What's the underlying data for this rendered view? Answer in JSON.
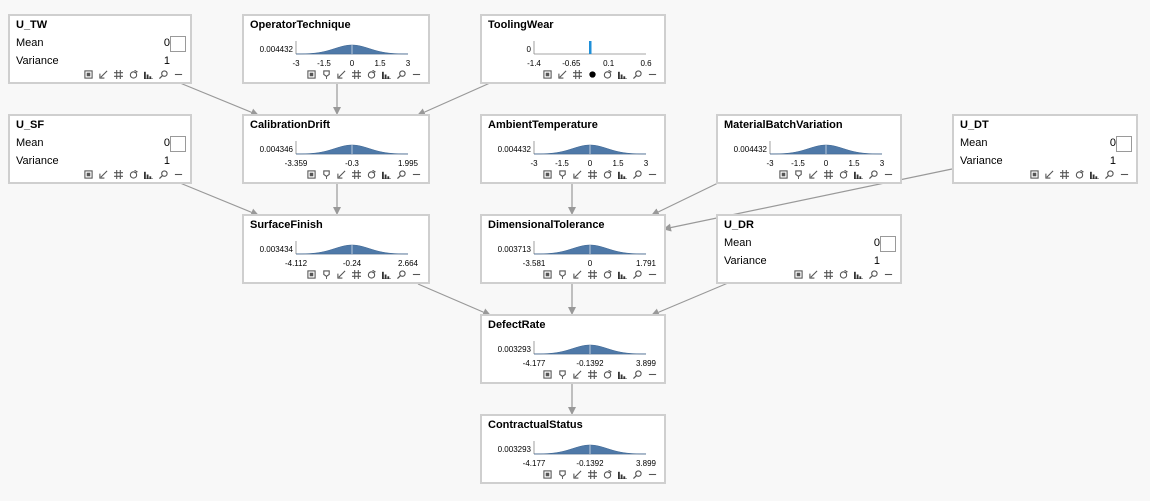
{
  "colors": {
    "accent": "#4f79a8",
    "edge": "#999999",
    "border": "#cfcfcf"
  },
  "toolbar_icons_default": [
    "note-icon",
    "pin-icon",
    "collapse-arrow-icon",
    "grid-icon",
    "refresh-icon",
    "histogram-icon",
    "zoom-icon",
    "minus-icon"
  ],
  "toolbar_icons_tooling": [
    "note-icon",
    "collapse-arrow-icon",
    "grid-icon",
    "dot-icon",
    "refresh-icon",
    "histogram-icon",
    "zoom-icon",
    "minus-icon"
  ],
  "toolbar_icons_noise": [
    "note-icon",
    "collapse-arrow-icon",
    "grid-icon",
    "refresh-icon",
    "histogram-icon",
    "zoom-icon",
    "minus-icon"
  ],
  "noise_nodes": {
    "u_tw": {
      "title": "U_TW",
      "mean_label": "Mean",
      "mean_value": "0",
      "variance_label": "Variance",
      "variance_value": "1"
    },
    "u_sf": {
      "title": "U_SF",
      "mean_label": "Mean",
      "mean_value": "0",
      "variance_label": "Variance",
      "variance_value": "1"
    },
    "u_dt": {
      "title": "U_DT",
      "mean_label": "Mean",
      "mean_value": "0",
      "variance_label": "Variance",
      "variance_value": "1"
    },
    "u_dr": {
      "title": "U_DR",
      "mean_label": "Mean",
      "mean_value": "0",
      "variance_label": "Variance",
      "variance_value": "1"
    }
  },
  "dist_nodes": {
    "operator_technique": {
      "title": "OperatorTechnique",
      "kind": "gauss",
      "peak": "0.004432",
      "ticks": [
        "-3",
        "-1.5",
        "0",
        "1.5",
        "3"
      ]
    },
    "tooling_wear": {
      "title": "ToolingWear",
      "kind": "spike",
      "peak": "0",
      "ticks": [
        "-1.4",
        "-0.65",
        "0.1",
        "0.6"
      ]
    },
    "calibration_drift": {
      "title": "CalibrationDrift",
      "kind": "gauss",
      "peak": "0.004346",
      "ticks": [
        "-3.359",
        "-0.3",
        "1.995"
      ]
    },
    "ambient_temperature": {
      "title": "AmbientTemperature",
      "kind": "gauss",
      "peak": "0.004432",
      "ticks": [
        "-3",
        "-1.5",
        "0",
        "1.5",
        "3"
      ]
    },
    "material_batch_variation": {
      "title": "MaterialBatchVariation",
      "kind": "gauss",
      "peak": "0.004432",
      "ticks": [
        "-3",
        "-1.5",
        "0",
        "1.5",
        "3"
      ]
    },
    "surface_finish": {
      "title": "SurfaceFinish",
      "kind": "gauss",
      "peak": "0.003434",
      "ticks": [
        "-4.112",
        "-0.24",
        "2.664"
      ]
    },
    "dimensional_tolerance": {
      "title": "DimensionalTolerance",
      "kind": "gauss",
      "peak": "0.003713",
      "ticks": [
        "-3.581",
        "0",
        "1.791"
      ]
    },
    "defect_rate": {
      "title": "DefectRate",
      "kind": "gauss",
      "peak": "0.003293",
      "ticks": [
        "-4.177",
        "-0.1392",
        "3.899"
      ]
    },
    "contractual_status": {
      "title": "ContractualStatus",
      "kind": "gauss",
      "peak": "0.003293",
      "ticks": [
        "-4.177",
        "-0.1392",
        "3.899"
      ]
    }
  }
}
